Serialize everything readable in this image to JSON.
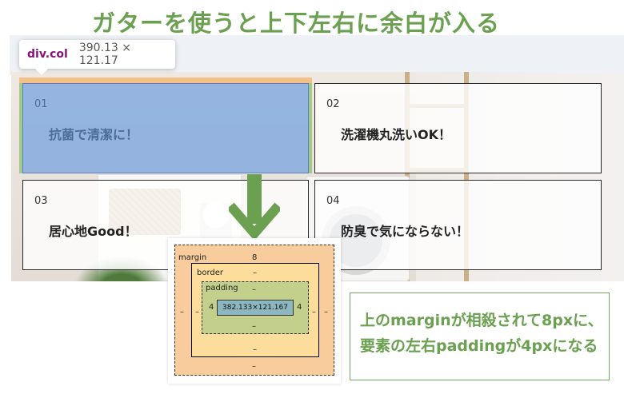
{
  "headline": "ガターを使うと上下左右に余白が入る",
  "tooltip": {
    "selector": "div.col",
    "size": "390.13 × 121.17"
  },
  "columns": [
    {
      "num": "01",
      "text": "抗菌で清潔に！"
    },
    {
      "num": "02",
      "text": "洗濯機丸洗いOK！"
    },
    {
      "num": "03",
      "text": "居心地Good！"
    },
    {
      "num": "04",
      "text": "防臭で気にならない！"
    }
  ],
  "box_model": {
    "margin_label": "margin",
    "margin_top": "8",
    "margin_left": "–",
    "margin_right": "–",
    "margin_bottom": "–",
    "border_label": "border",
    "border_top": "–",
    "border_left": "–",
    "border_right": "–",
    "border_bottom": "–",
    "padding_label": "padding",
    "padding_top": "–",
    "padding_left": "4",
    "padding_right": "4",
    "padding_bottom": "–",
    "content_size": "382.133×121.167"
  },
  "caption": {
    "line1": "上のmarginが相殺されて8pxに、",
    "line2": "要素の左右paddingが4pxになる"
  },
  "colors": {
    "accent_green": "#6aa050",
    "selected_blue": "#6fa0e0",
    "margin_orange": "#f9cc9d",
    "padding_green": "#c3d08b",
    "content_blue": "#8cb6c0"
  }
}
